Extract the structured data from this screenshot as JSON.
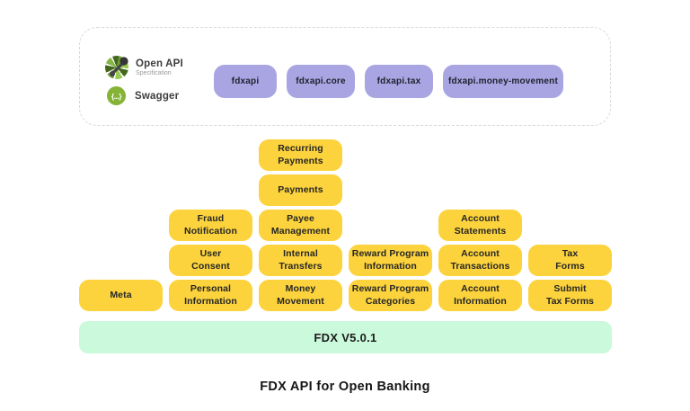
{
  "colors": {
    "module_yellow": "#fcd33c",
    "api_purple": "#a9a5e2",
    "base_mint": "#cbf9dc",
    "dashed_border": "#d9d9d9"
  },
  "spec_panel": {
    "openapi": {
      "title": "Open API",
      "subtitle": "Specification",
      "icon": "openapi-icon"
    },
    "swagger": {
      "title": "Swagger",
      "glyph": "{...}",
      "icon": "swagger-icon"
    },
    "api_boxes": [
      {
        "label": "fdxapi"
      },
      {
        "label": "fdxapi.core"
      },
      {
        "label": "fdxapi.tax"
      },
      {
        "label": "fdxapi.money-movement"
      }
    ]
  },
  "pyramid": {
    "boxes": [
      {
        "label": "Recurring\nPayments"
      },
      {
        "label": "Payments"
      },
      {
        "label": "Fraud\nNotification"
      },
      {
        "label": "Payee\nManagement"
      },
      {
        "label": "Account\nStatements"
      },
      {
        "label": "User\nConsent"
      },
      {
        "label": "Internal\nTransfers"
      },
      {
        "label": "Reward Program\nInformation"
      },
      {
        "label": "Account\nTransactions"
      },
      {
        "label": "Tax\nForms"
      },
      {
        "label": "Meta"
      },
      {
        "label": "Personal\nInformation"
      },
      {
        "label": "Money\nMovement"
      },
      {
        "label": "Reward Program\nCategories"
      },
      {
        "label": "Account\nInformation"
      },
      {
        "label": "Submit\nTax Forms"
      }
    ]
  },
  "base_bar": {
    "label": "FDX V5.0.1"
  },
  "caption": "FDX API for Open Banking"
}
